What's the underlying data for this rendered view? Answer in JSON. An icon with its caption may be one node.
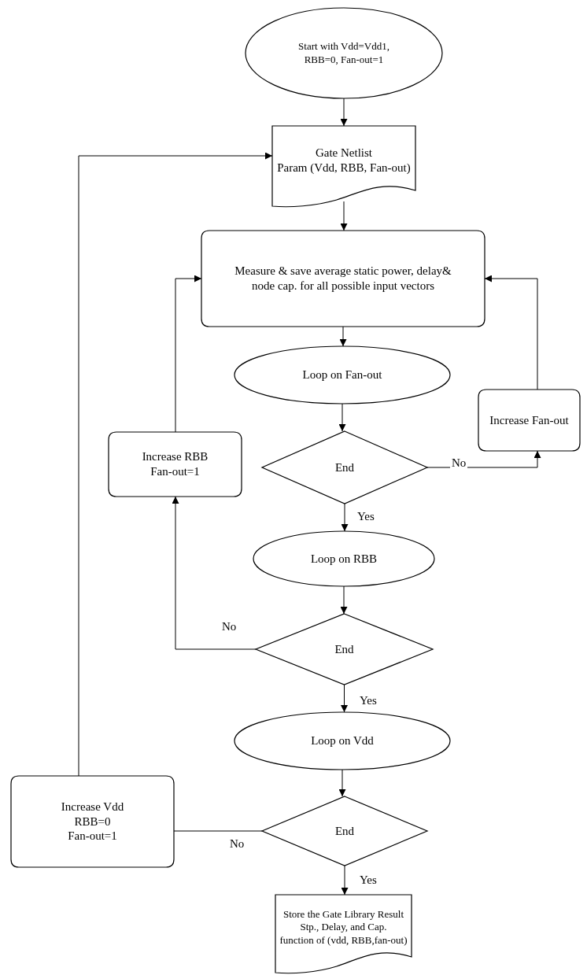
{
  "diagram": {
    "nodes": [
      {
        "text": [
          "Start with Vdd=Vdd1, RBB=0, Fan-out=1"
        ]
      },
      {
        "text": [
          "Gate Netlist",
          "Param (Vdd, RBB, Fan-out)"
        ]
      },
      {
        "text": [
          "Measure & save average static power, delay& node cap. for all possible input vectors"
        ]
      },
      {
        "text": [
          "Loop on Fan-out"
        ]
      },
      {
        "text": [
          "End"
        ]
      },
      {
        "text": [
          "Increase Fan-out"
        ]
      },
      {
        "text": [
          "Increase RBB",
          "Fan-out=1"
        ]
      },
      {
        "text": [
          "Loop on RBB"
        ]
      },
      {
        "text": [
          "End"
        ]
      },
      {
        "text": [
          "Loop on Vdd"
        ]
      },
      {
        "text": [
          "End"
        ]
      },
      {
        "text": [
          "Increase Vdd",
          "RBB=0",
          "Fan-out=1"
        ]
      },
      {
        "text": [
          "Store the Gate Library Result",
          "Stp., Delay, and Cap.",
          "function of (vdd, RBB,fan-out)"
        ]
      }
    ],
    "edges": [
      {
        "from": 0,
        "to": 1,
        "arrow": "to"
      },
      {
        "from": 1,
        "to": 2,
        "arrow": "to"
      },
      {
        "from": 2,
        "to": 3,
        "arrow": "to"
      },
      {
        "from": 3,
        "to": 4,
        "arrow": "to"
      },
      {
        "from": 4,
        "to": 5,
        "arrow": "to",
        "label": "No"
      },
      {
        "from": 5,
        "to": 2,
        "arrow": "to"
      },
      {
        "from": 4,
        "to": 7,
        "arrow": "to",
        "label": "Yes"
      },
      {
        "from": 7,
        "to": 8,
        "arrow": "to"
      },
      {
        "from": 8,
        "to": 6,
        "arrow": "to",
        "label": "No"
      },
      {
        "from": 6,
        "to": 2,
        "arrow": "to"
      },
      {
        "from": 8,
        "to": 9,
        "arrow": "to",
        "label": "Yes"
      },
      {
        "from": 9,
        "to": 10,
        "arrow": "to"
      },
      {
        "from": 10,
        "to": 11,
        "arrow": "to",
        "label": "No"
      },
      {
        "from": 11,
        "to": 1,
        "arrow": "to"
      },
      {
        "from": 10,
        "to": 12,
        "arrow": "to",
        "label": "Yes"
      }
    ]
  }
}
